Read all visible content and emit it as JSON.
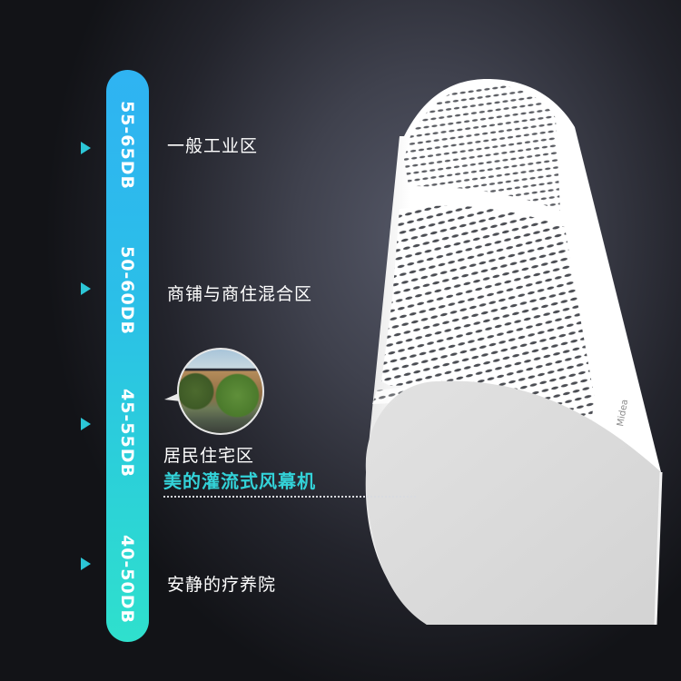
{
  "db_scale": {
    "bar_colors": {
      "top": "#2fb3f2",
      "bottom": "#2fe0cd"
    },
    "levels": [
      {
        "range": "55-65DB",
        "zone": "一般工业区"
      },
      {
        "range": "50-60DB",
        "zone": "商铺与商住混合区"
      },
      {
        "range": "45-55DB",
        "zone": "居民住宅区"
      },
      {
        "range": "40-50DB",
        "zone": "安静的疗养院"
      }
    ]
  },
  "highlight": {
    "product_name": "美的灌流式风幕机",
    "product_name_color": "#33d2d8",
    "photo_icon": "residential-building-photo"
  },
  "product": {
    "brand": "Midea",
    "type": "air-curtain",
    "body_color": "#ffffff",
    "endcap_color": "#d9d9d9"
  }
}
